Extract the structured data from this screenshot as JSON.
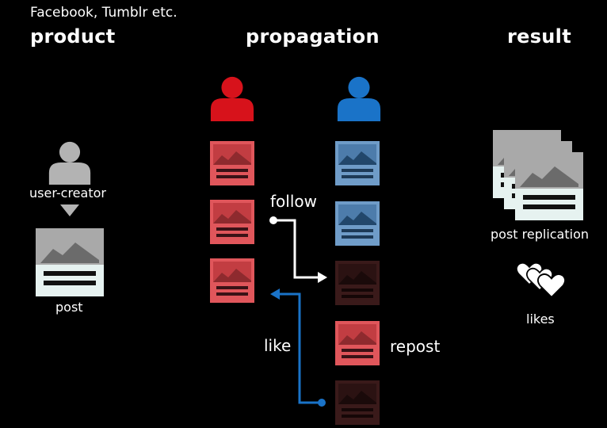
{
  "subtitle": "Facebook, Tumblr etc.",
  "columns": {
    "product": "product",
    "propagation": "propagation",
    "result": "result"
  },
  "labels": {
    "user_creator": "user-creator",
    "post": "post",
    "follow": "follow",
    "like": "like",
    "repost": "repost",
    "post_replication": "post replication",
    "likes": "likes"
  },
  "colors": {
    "background": "#000000",
    "creator_gray": "#b3b3b3",
    "user_red": "#d7121b",
    "user_blue": "#1a73c8",
    "red_post": "#e0565b",
    "blue_post": "#6f9cc8",
    "dark_post": "#3a1a1a",
    "follow_line": "#ffffff",
    "like_line": "#1a73c8"
  },
  "icons": {
    "creator": "user-icon",
    "red_user": "user-icon",
    "blue_user": "user-icon",
    "post": "image-post-icon",
    "likes": "hearts-icon"
  }
}
